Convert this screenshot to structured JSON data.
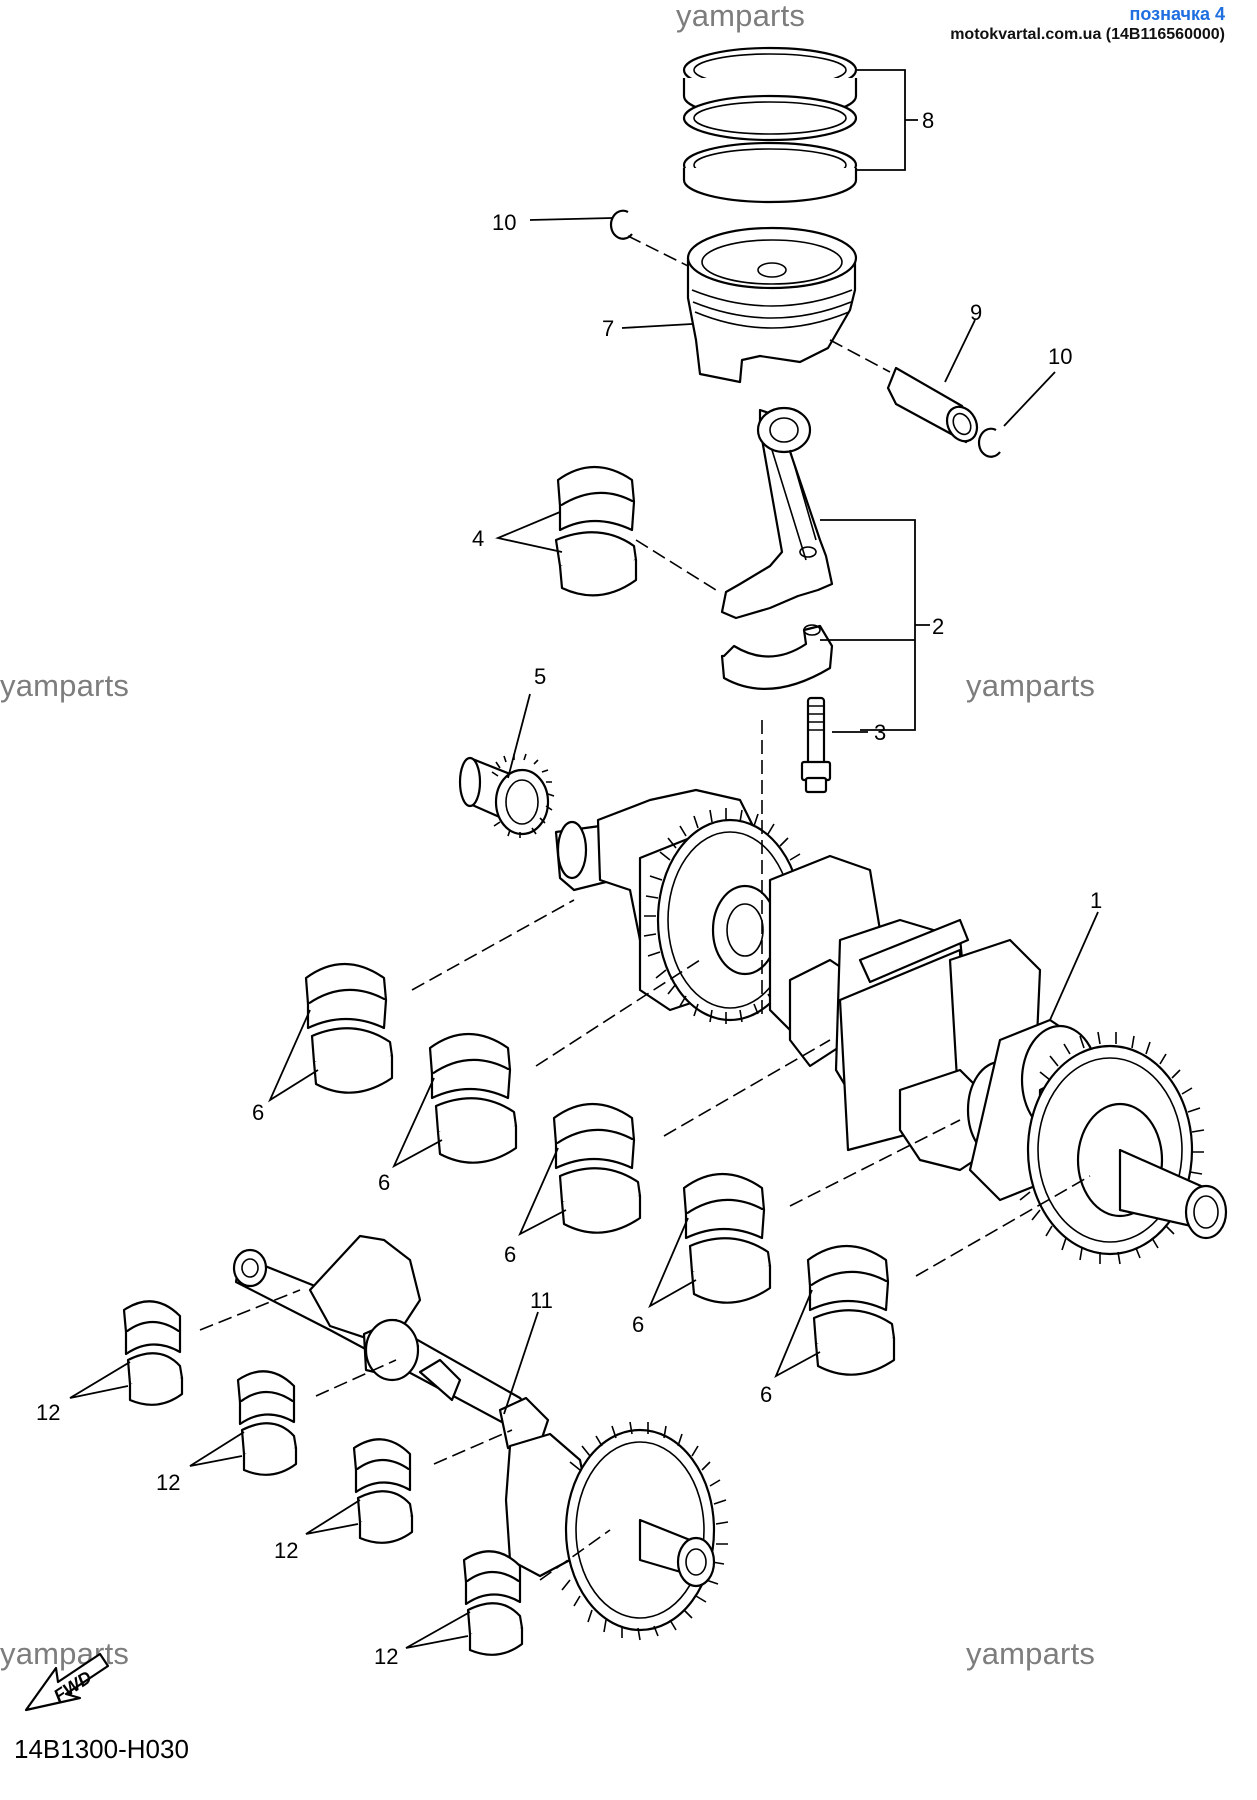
{
  "header": {
    "tag": "позначка 4",
    "source": "motokvartal.com.ua (14B116560000)"
  },
  "watermarks": [
    "yamparts",
    "yamparts",
    "yamparts",
    "yamparts",
    "yamparts",
    "yamparts"
  ],
  "diagram_code": "14B1300-H030",
  "fwd_label": "FWD",
  "callouts": {
    "c1": "1",
    "c2": "2",
    "c3": "3",
    "c4": "4",
    "c5": "5",
    "c6a": "6",
    "c6b": "6",
    "c6c": "6",
    "c6d": "6",
    "c6e": "6",
    "c7": "7",
    "c8": "8",
    "c9": "9",
    "c10a": "10",
    "c10b": "10",
    "c11": "11",
    "c12a": "12",
    "c12b": "12",
    "c12c": "12",
    "c12d": "12"
  }
}
